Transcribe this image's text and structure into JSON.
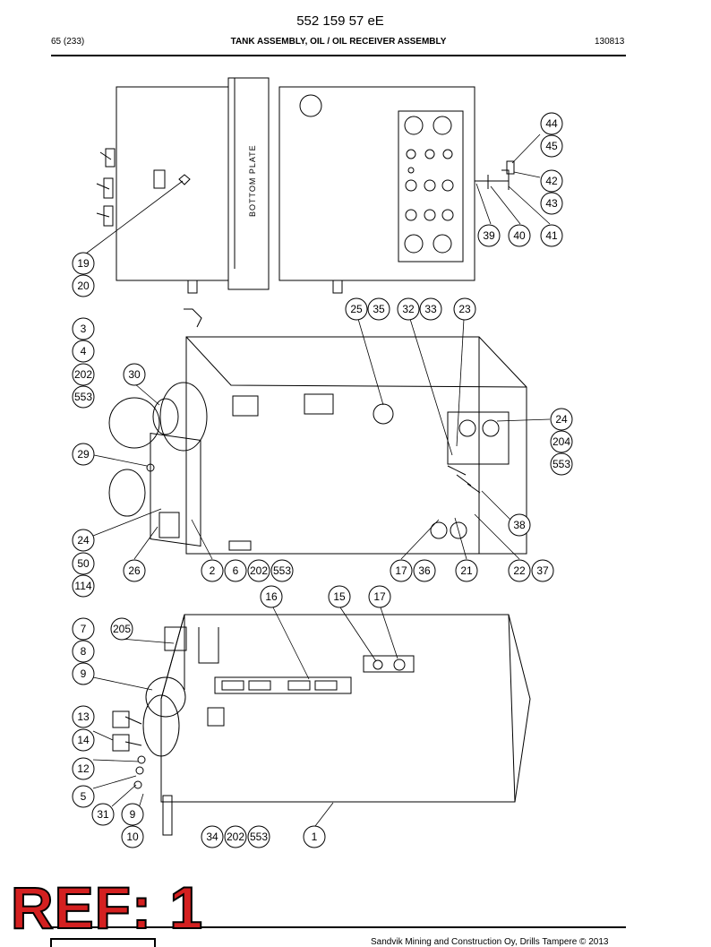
{
  "header": {
    "document_number": "552 159 57 eE",
    "page": "65 (233)",
    "title": "TANK ASSEMBLY, OIL / OIL RECEIVER ASSEMBLY",
    "code": "130813"
  },
  "drawing": {
    "plate_label": "BOTTOM PLATE",
    "callouts": {
      "c44": "44",
      "c45": "45",
      "c42": "42",
      "c43": "43",
      "c39": "39",
      "c40": "40",
      "c41": "41",
      "c19": "19",
      "c20": "20",
      "c25": "25",
      "c35": "35",
      "c32": "32",
      "c33": "33",
      "c23": "23",
      "c3": "3",
      "c4": "4",
      "c202a": "202",
      "c553a": "553",
      "c30": "30",
      "c24a": "24",
      "c204": "204",
      "c553b": "553",
      "c29": "29",
      "c38": "38",
      "c24b": "24",
      "c50": "50",
      "c114": "114",
      "c26": "26",
      "c2": "2",
      "c6": "6",
      "c202b": "202",
      "c553c": "553",
      "c17a": "17",
      "c36": "36",
      "c21": "21",
      "c22": "22",
      "c37": "37",
      "c16": "16",
      "c15": "15",
      "c17b": "17",
      "c7": "7",
      "c205": "205",
      "c8": "8",
      "c9a": "9",
      "c13": "13",
      "c14": "14",
      "c12": "12",
      "c5": "5",
      "c31": "31",
      "c9b": "9",
      "c10": "10",
      "c34": "34",
      "c202c": "202",
      "c553d": "553",
      "c1": "1"
    }
  },
  "stamp": {
    "text": "REF: 1"
  },
  "footer": {
    "text": "Sandvik Mining and Construction Oy, Drills Tampere © 2013"
  }
}
